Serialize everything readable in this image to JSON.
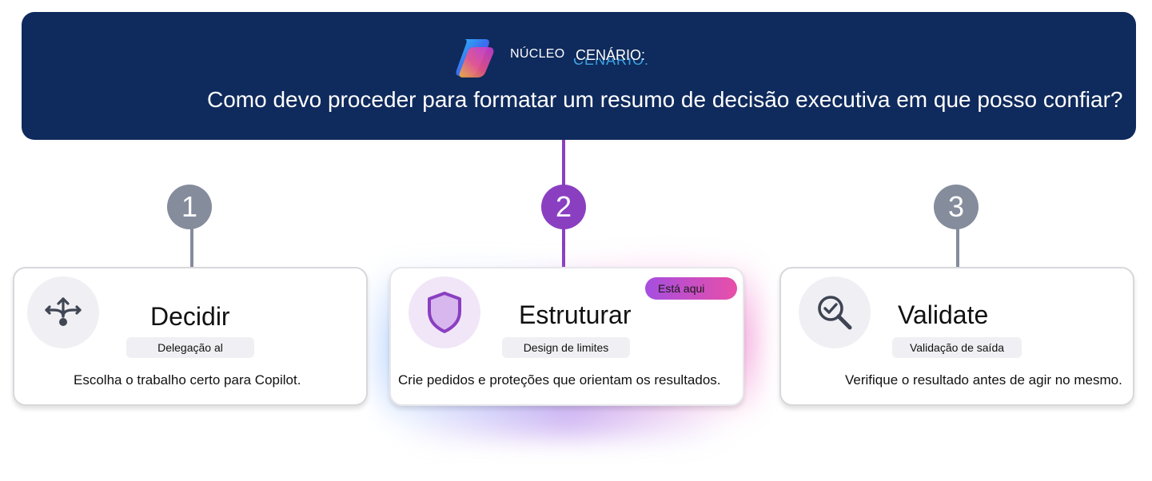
{
  "header": {
    "label_nucleo": "NÚCLEO",
    "label_cenario": "CENÁRIO:",
    "label_cenario_echo": "CENÁRIO:",
    "question": "Como devo proceder para formatar um resumo de decisão executiva em que posso confiar?",
    "background_color": "#0f2a5c",
    "logo_icon": "copilot-logo"
  },
  "steps": [
    {
      "number": "1",
      "state": "inactive",
      "color": "#858c9c"
    },
    {
      "number": "2",
      "state": "active",
      "color": "#8a3fc1"
    },
    {
      "number": "3",
      "state": "inactive",
      "color": "#858c9c"
    }
  ],
  "cards": [
    {
      "icon": "split-arrows-icon",
      "title": "Decidir",
      "tag": "Delegação al",
      "description": "Escolha o trabalho certo para Copilot."
    },
    {
      "icon": "shield-icon",
      "title": "Estruturar",
      "tag": "Design de limites",
      "description": "Crie pedidos e proteções que orientam os resultados.",
      "badge": "Está aqui"
    },
    {
      "icon": "magnifier-check-icon",
      "title": "Validate",
      "tag": "Validação de saída",
      "description": "Verifique o resultado antes de agir no mesmo."
    }
  ],
  "colors": {
    "active_purple": "#8a3fc1",
    "inactive_gray": "#858c9c",
    "badge_gradient_start": "#a64ee0",
    "badge_gradient_end": "#e84fa8"
  }
}
